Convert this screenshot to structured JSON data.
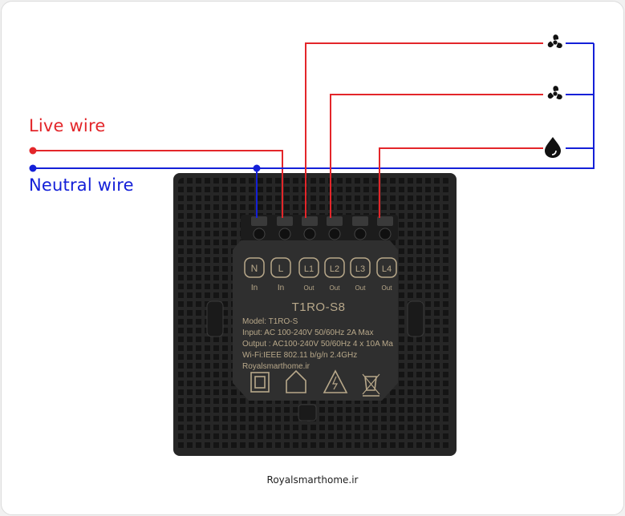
{
  "labels": {
    "live": "Live wire",
    "neutral": "Neutral wire"
  },
  "device": {
    "model_name": "T1RO-S8",
    "spec_lines": [
      "Model: T1RO-S",
      "Input: AC 100-240V 50/60Hz 2A Max",
      "Output : AC100-240V 50/60Hz  4 x 10A Ma",
      "Wi-Fi:IEEE 802.11 b/g/n 2.4GHz",
      "Royalsmarthome.ir"
    ],
    "terminals": [
      {
        "label": "N",
        "sub": "In"
      },
      {
        "label": "L",
        "sub": "In"
      },
      {
        "label": "L1",
        "sub": "Out"
      },
      {
        "label": "L2",
        "sub": "Out"
      },
      {
        "label": "L3",
        "sub": "Out"
      },
      {
        "label": "L4",
        "sub": "Out"
      }
    ]
  },
  "loads": [
    {
      "icon": "fan-icon"
    },
    {
      "icon": "fan-icon"
    },
    {
      "icon": "water-drop-icon"
    }
  ],
  "footer": "Royalsmarthome.ir",
  "colors": {
    "live": "#e3262a",
    "neutral": "#1420d8",
    "device": "#222222",
    "label_area": "#2f2f2f",
    "text_on_device": "#b8a88a"
  }
}
